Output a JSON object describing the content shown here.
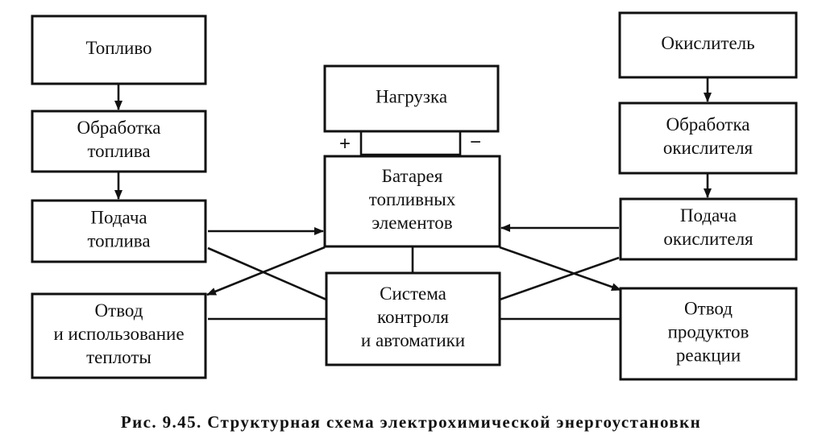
{
  "boxes": {
    "toplivo": {
      "lines": [
        "Топливо"
      ]
    },
    "obrabotka_topliva": {
      "lines": [
        "Обработка",
        "топлива"
      ]
    },
    "podacha_topliva": {
      "lines": [
        "Подача",
        "топлива"
      ]
    },
    "otvod_teploty": {
      "lines": [
        "Отвод",
        "и использование",
        "теплоты"
      ]
    },
    "nagruzka": {
      "lines": [
        "Нагрузка"
      ]
    },
    "batareya": {
      "lines": [
        "Батарея",
        "топливных",
        "элементов"
      ]
    },
    "sistema": {
      "lines": [
        "Система",
        "контроля",
        "и автоматики"
      ]
    },
    "okislitel": {
      "lines": [
        "Окислитель"
      ]
    },
    "obrabotka_okislitelya": {
      "lines": [
        "Обработка",
        "окислителя"
      ]
    },
    "podacha_okislitelya": {
      "lines": [
        "Подача",
        "окислителя"
      ]
    },
    "otvod_produktov": {
      "lines": [
        "Отвод",
        "продуктов",
        "реакции"
      ]
    }
  },
  "terminals": {
    "plus": "+",
    "minus": "−"
  },
  "caption": "Рис. 9.45. Структурная схема электрохимической энергоустановкн",
  "colors": {
    "ink": "#111111",
    "background": "#ffffff"
  }
}
